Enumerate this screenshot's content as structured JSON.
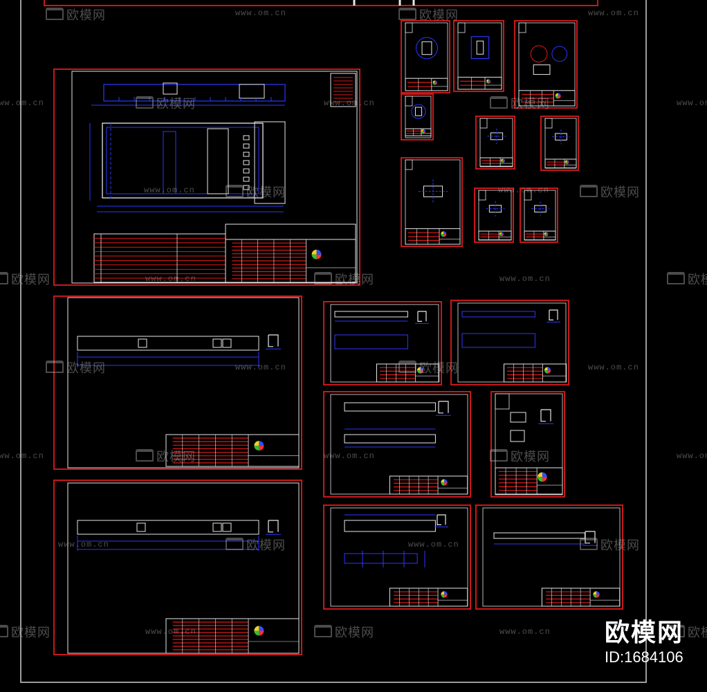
{
  "watermark": {
    "brand_cn": "欧模网",
    "url": "www.om.cn"
  },
  "brand": {
    "name": "欧模网",
    "id_text": "ID:1684106"
  },
  "colors": {
    "background": "#000000",
    "sheet_border": "#c8181a",
    "outer_frame": "#d0d0d0",
    "drawing_blue": "#2c38ff",
    "drawing_white": "#e8e8e8",
    "title_block_red": "#e01818"
  },
  "drawing": {
    "description_icons": [
      "sofa-icon",
      "color-wheel-logo-icon"
    ]
  }
}
